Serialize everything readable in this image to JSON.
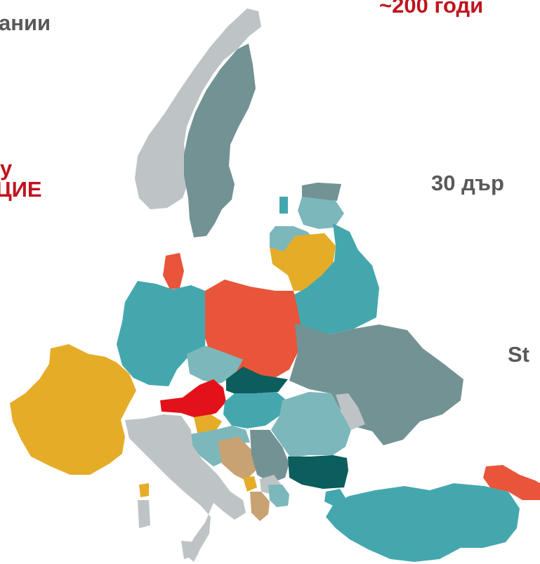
{
  "labels": {
    "companies": "ании",
    "years": "~200 годи",
    "line1": "у",
    "line2": "ЦИЕ",
    "countries": "30 дър",
    "stations": "St"
  },
  "colors": {
    "grey_text": "#595959",
    "red_text": "#c0141f",
    "teal": "#45a7ae",
    "light_teal": "#7cb7bc",
    "dark_teal": "#0b5e5c",
    "slate": "#739294",
    "light_grey": "#bec4c6",
    "orange_red": "#e8553a",
    "red": "#e3111a",
    "yellow": "#e5ac28",
    "tan": "#c9a273"
  }
}
